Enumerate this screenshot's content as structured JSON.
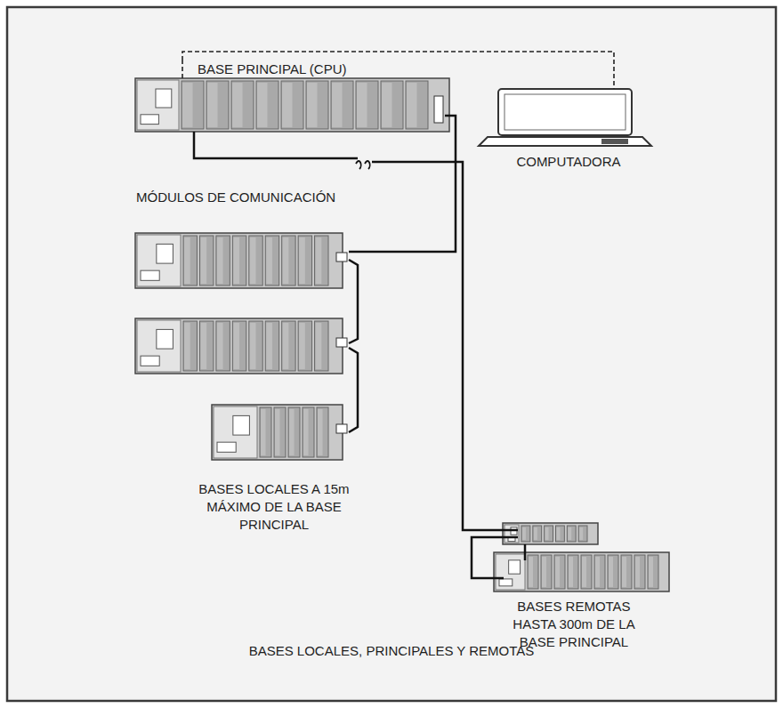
{
  "diagram": {
    "caption": "BASES LOCALES, PRINCIPALES Y REMOTAS",
    "nodes": [
      {
        "text": [
          "BASE PRINCIPAL (CPU)"
        ]
      },
      {
        "text": [
          "COMPUTADORA"
        ]
      }
    ],
    "edges": [
      {
        "from": 0,
        "to": 1,
        "arrow": "none"
      }
    ],
    "labels": [
      "MÓDULOS DE COMUNICACIÓN",
      "BASES LOCALES A 15m MÁXIMO DE LA BASE PRINCIPAL",
      "BASES REMOTAS HASTA 300m DE LA BASE PRINCIPAL"
    ]
  }
}
